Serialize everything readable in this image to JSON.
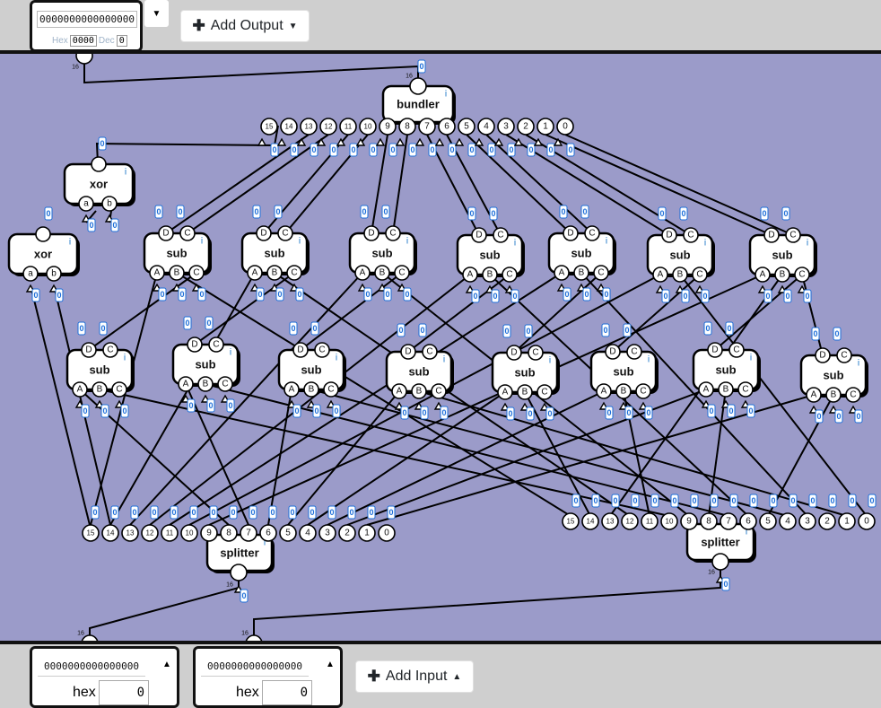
{
  "output_widget": {
    "bits": "0000000000000000",
    "hex_label": "Hex",
    "hex_value": "0000",
    "dec_label": "Dec",
    "dec_value": "0"
  },
  "toolbar": {
    "add_output_label": "Add Output",
    "add_input_label": "Add Input"
  },
  "inputs": [
    {
      "bits": "0000000000000000",
      "hex_label": "hex",
      "hex_value": "0"
    },
    {
      "bits": "0000000000000000",
      "hex_label": "hex",
      "hex_value": "0"
    }
  ],
  "circuit": {
    "bus_width": "16",
    "zero": "0",
    "bundler_label": "bundler",
    "splitter_label": "splitter",
    "xor_label": "xor",
    "sub_label": "sub",
    "xor_ports": [
      "a",
      "b"
    ],
    "sub_top_ports": [
      "D",
      "C"
    ],
    "sub_bottom_ports": [
      "A",
      "B",
      "C"
    ],
    "bit_indices": [
      "15",
      "14",
      "13",
      "12",
      "11",
      "10",
      "9",
      "8",
      "7",
      "6",
      "5",
      "4",
      "3",
      "2",
      "1",
      "0"
    ],
    "info_glyph": "i"
  },
  "colors": {
    "canvas": "#9b9bc9",
    "bar": "#cfcfcf",
    "value_badge": "#1e6fd9"
  }
}
